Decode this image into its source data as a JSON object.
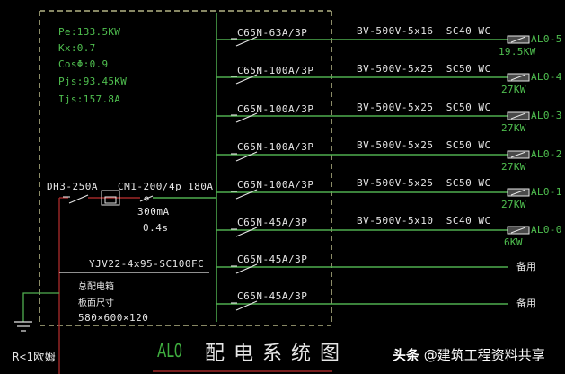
{
  "params": {
    "pe": "Pe:133.5KW",
    "kx": "Kx:0.7",
    "cos": "CosΦ:0.9",
    "pjs": "Pjs:93.45KW",
    "ijs": "Ijs:157.8A"
  },
  "incoming": {
    "main_switch": "DH3-250A",
    "rcd_breaker": "CM1-200/4p",
    "rated_current": "180A",
    "leakage_current": "300mA",
    "trip_time": "0.4s",
    "cable": "YJV22-4x95-SC100FC"
  },
  "cabinet": {
    "line1": "总配电箱",
    "line2": "板面尺寸",
    "size": "580×600×120"
  },
  "ground": {
    "label": "R<1欧姆"
  },
  "circuits": [
    {
      "breaker": "C65N-63A/3P",
      "cable": "BV-500V-5x16  SC40 WC",
      "target": "AL0-5",
      "load": "19.5KW"
    },
    {
      "breaker": "C65N-100A/3P",
      "cable": "BV-500V-5x25  SC50 WC",
      "target": "AL0-4",
      "load": "27KW"
    },
    {
      "breaker": "C65N-100A/3P",
      "cable": "BV-500V-5x25  SC50 WC",
      "target": "AL0-3",
      "load": "27KW"
    },
    {
      "breaker": "C65N-100A/3P",
      "cable": "BV-500V-5x25  SC50 WC",
      "target": "AL0-2",
      "load": "27KW"
    },
    {
      "breaker": "C65N-100A/3P",
      "cable": "BV-500V-5x25  SC50 WC",
      "target": "AL0-1",
      "load": "27KW"
    },
    {
      "breaker": "C65N-45A/3P",
      "cable": "BV-500V-5x10  SC40 WC",
      "target": "AL0-0",
      "load": "6KW"
    },
    {
      "breaker": "C65N-45A/3P",
      "cable": "",
      "target": "备用",
      "load": ""
    },
    {
      "breaker": "C65N-45A/3P",
      "cable": "",
      "target": "备用",
      "load": ""
    }
  ],
  "title": {
    "code": "AL0",
    "name": "配电系统图"
  },
  "watermark": {
    "brand": "头条",
    "handle": "@建筑工程资料共享"
  },
  "colors": {
    "background": "#000000",
    "green_line": "#4fae4f",
    "red_line": "#a02828",
    "dash_frame": "#d8d8a0",
    "text_white": "#e6e6e6",
    "text_green": "#4fbf4f"
  }
}
